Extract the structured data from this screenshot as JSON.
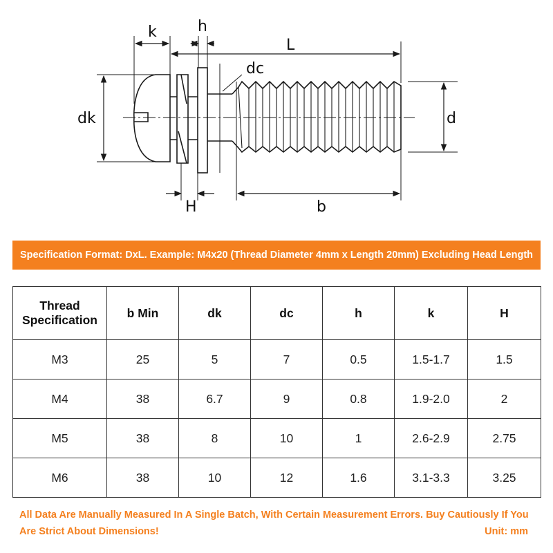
{
  "colors": {
    "accent": "#F4801F",
    "line": "#1a1a1a"
  },
  "diagram": {
    "labels": {
      "k": "k",
      "h": "h",
      "L": "L",
      "dc": "dc",
      "dk": "dk",
      "d": "d",
      "H": "H",
      "b": "b"
    }
  },
  "banner": {
    "text": "Specification Format: DxL. Example: M4x20 (Thread Diameter 4mm x Length 20mm)  Excluding Head Length"
  },
  "table": {
    "headers": [
      "Thread Specification",
      "b Min",
      "dk",
      "dc",
      "h",
      "k",
      "H"
    ],
    "rows": [
      [
        "M3",
        "25",
        "5",
        "7",
        "0.5",
        "1.5-1.7",
        "1.5"
      ],
      [
        "M4",
        "38",
        "6.7",
        "9",
        "0.8",
        "1.9-2.0",
        "2"
      ],
      [
        "M5",
        "38",
        "8",
        "10",
        "1",
        "2.6-2.9",
        "2.75"
      ],
      [
        "M6",
        "38",
        "10",
        "12",
        "1.6",
        "3.1-3.3",
        "3.25"
      ]
    ]
  },
  "footer": {
    "note": "All Data Are Manually Measured In A Single Batch, With Certain Measurement Errors. Buy Cautiously If You Are Strict About Dimensions!",
    "unit": "Unit: mm"
  }
}
